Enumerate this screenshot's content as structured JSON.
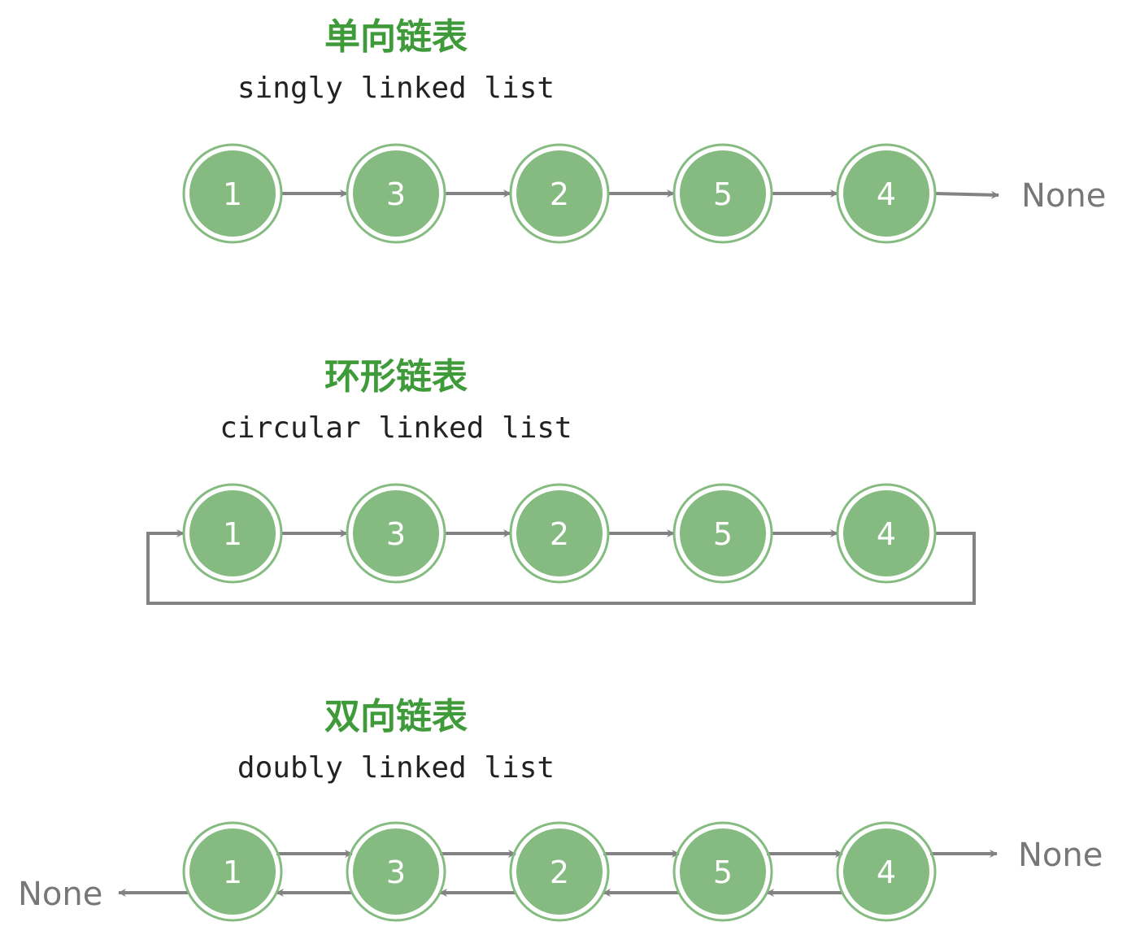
{
  "colors": {
    "title": "#3f9a3a",
    "subtitle": "#222222",
    "node_fill": "#85bb80",
    "node_ring": "#85bb80",
    "node_text": "#ffffff",
    "arrow": "#828282",
    "none_text": "#777777"
  },
  "singly": {
    "title_cn": "单向链表",
    "title_en": "singly linked list",
    "nodes": [
      "1",
      "3",
      "2",
      "5",
      "4"
    ],
    "tail": "None"
  },
  "circular": {
    "title_cn": "环形链表",
    "title_en": "circular linked list",
    "nodes": [
      "1",
      "3",
      "2",
      "5",
      "4"
    ]
  },
  "doubly": {
    "title_cn": "双向链表",
    "title_en": "doubly linked list",
    "nodes": [
      "1",
      "3",
      "2",
      "5",
      "4"
    ],
    "head": "None",
    "tail": "None"
  }
}
